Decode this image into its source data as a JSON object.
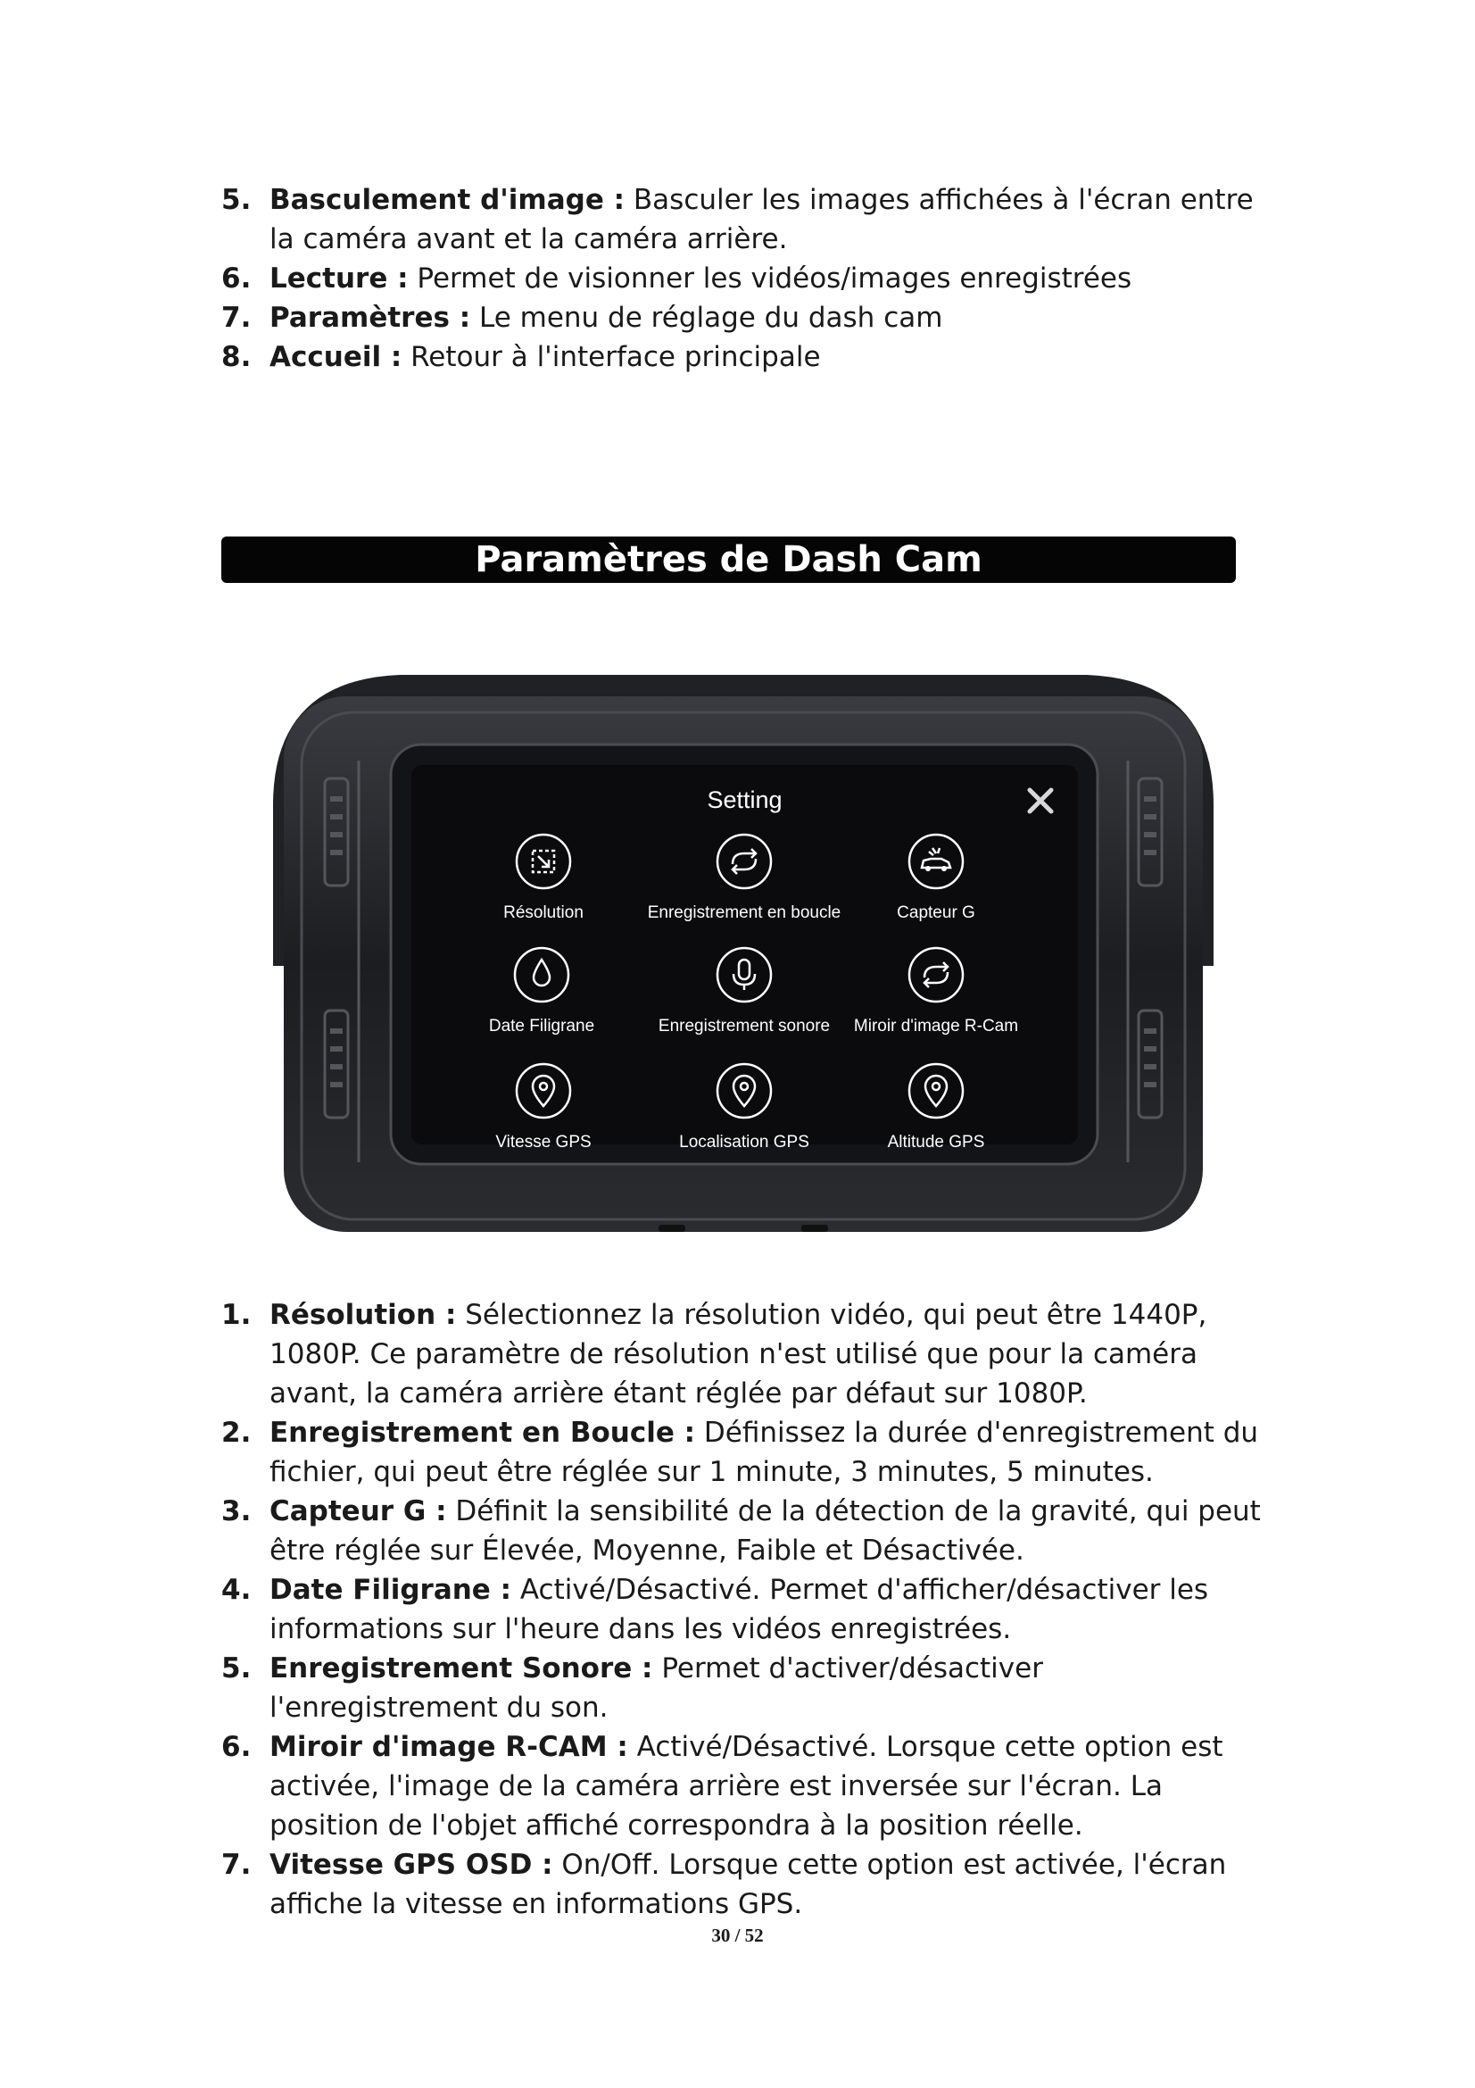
{
  "top_list": [
    {
      "num": "5.",
      "term": "Basculement d'image :",
      "text": " Basculer les images affichées à l'écran entre la caméra avant et la caméra arrière."
    },
    {
      "num": "6.",
      "term": "Lecture :",
      "text": " Permet de visionner les vidéos/images enregistrées"
    },
    {
      "num": "7.",
      "term": "Paramètres :",
      "text": " Le menu de réglage du dash cam"
    },
    {
      "num": "8.",
      "term": "Accueil :",
      "text": " Retour à l'interface principale"
    }
  ],
  "section_title": "Paramètres de Dash Cam",
  "screen": {
    "title": "Setting",
    "items": [
      {
        "label": "Résolution",
        "icon": "resolution-icon"
      },
      {
        "label": "Enregistrement en boucle",
        "icon": "loop-recording-icon"
      },
      {
        "label": "Capteur G",
        "icon": "g-sensor-car-icon"
      },
      {
        "label": "Date Filigrane",
        "icon": "watermark-drop-icon"
      },
      {
        "label": "Enregistrement sonore",
        "icon": "microphone-icon"
      },
      {
        "label": "Miroir d'image R-Cam",
        "icon": "mirror-loop-icon"
      },
      {
        "label": "Vitesse GPS",
        "icon": "location-pin-icon"
      },
      {
        "label": "Localisation GPS",
        "icon": "location-pin-icon"
      },
      {
        "label": "Altitude GPS",
        "icon": "location-pin-icon"
      }
    ]
  },
  "bottom_list": [
    {
      "num": "1.",
      "term": "Résolution :",
      "text": " Sélectionnez la résolution vidéo, qui peut être 1440P, 1080P. Ce paramètre de résolution n'est utilisé que pour la caméra avant, la caméra arrière étant réglée par défaut sur 1080P."
    },
    {
      "num": "2.",
      "term": "Enregistrement en Boucle :",
      "text": " Définissez la durée d'enregistrement du fichier, qui peut être réglée sur 1 minute, 3 minutes, 5 minutes."
    },
    {
      "num": "3.",
      "term": "Capteur G :",
      "text": " Définit la sensibilité de la détection de la gravité, qui peut être réglée sur Élevée, Moyenne, Faible et Désactivée."
    },
    {
      "num": "4.",
      "term": "Date Filigrane :",
      "text": " Activé/Désactivé. Permet d'afficher/désactiver les informations sur l'heure dans les vidéos enregistrées."
    },
    {
      "num": "5.",
      "term": "Enregistrement Sonore :",
      "text": " Permet d'activer/désactiver l'enregistrement du son."
    },
    {
      "num": "6.",
      "term": "Miroir d'image R-CAM :",
      "text": " Activé/Désactivé. Lorsque cette option est activée, l'image de la caméra arrière est inversée sur l'écran. La position de l'objet affiché correspondra à la position réelle."
    },
    {
      "num": "7.",
      "term": "Vitesse GPS OSD :",
      "text": " On/Off. Lorsque cette option est activée, l'écran affiche la vitesse en informations GPS."
    }
  ],
  "page_number": "30 / 52"
}
